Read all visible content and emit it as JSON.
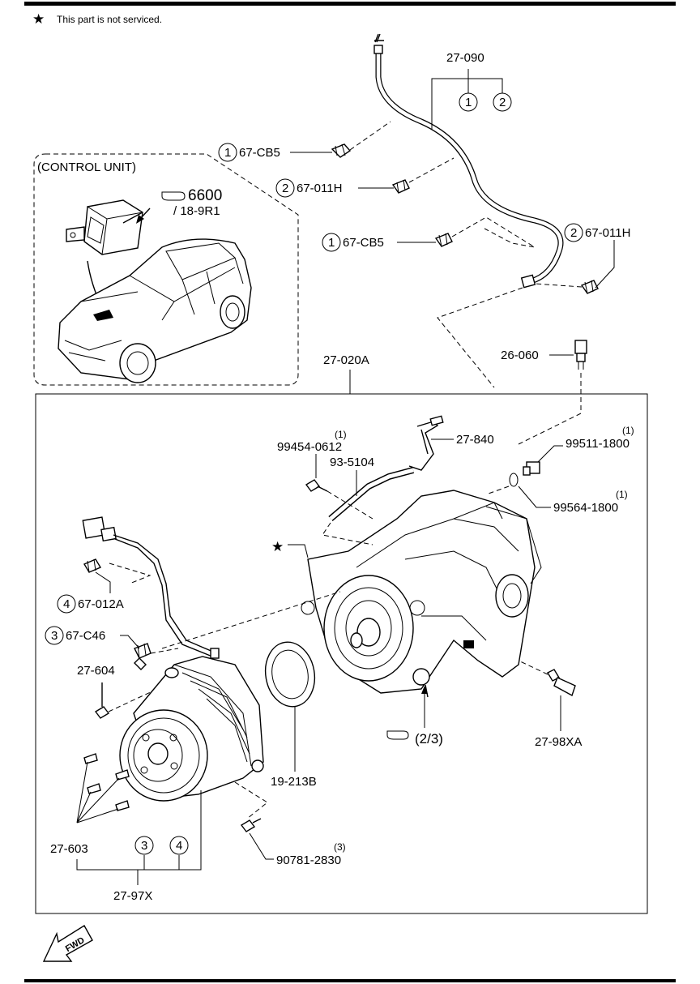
{
  "note": {
    "symbol": "★",
    "text": "This part is not serviced."
  },
  "control_unit": {
    "title": "(CONTROL UNIT)",
    "ref": "6600",
    "subref": "/ 18-9R1"
  },
  "labels": {
    "p27_090": "27-090",
    "c1": "1",
    "c2": "2",
    "c3": "3",
    "c4": "4",
    "p67_CB5_a": "67-CB5",
    "p67_011H_a": "67-011H",
    "p67_CB5_b": "67-CB5",
    "p67_011H_b": "67-011H",
    "p26_060": "26-060",
    "p27_020A": "27-020A",
    "p27_840": "27-840",
    "p99454": "99454-0612",
    "p99454_qty": "(1)",
    "p93_5104": "93-5104",
    "p99511": "99511-1800",
    "p99511_qty": "(1)",
    "p99564": "99564-1800",
    "p99564_qty": "(1)",
    "p67_012A": "67-012A",
    "p67_C46": "67-C46",
    "p27_604": "27-604",
    "p19_213B": "19-213B",
    "ref_23": "(2/3)",
    "p27_98XA": "27-98XA",
    "p27_603": "27-603",
    "p27_97X": "27-97X",
    "p90781": "90781-2830",
    "p90781_qty": "(3)",
    "fwd": "FWD"
  }
}
